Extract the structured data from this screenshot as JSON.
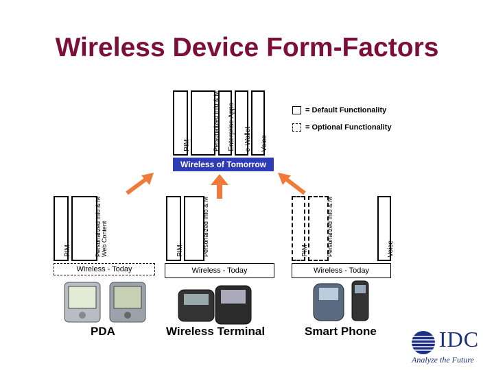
{
  "title": "Wireless Device Form-Factors",
  "tomorrow": {
    "bars": [
      {
        "label": "PIM",
        "style": "default"
      },
      {
        "label": "Personalized Info & M Web Content",
        "style": "default"
      },
      {
        "label": "Enterprise Apps",
        "style": "default"
      },
      {
        "label": "e-Wallet",
        "style": "default"
      },
      {
        "label": "Voice",
        "style": "default"
      }
    ],
    "band_label": "Wireless of Tomorrow"
  },
  "legend": {
    "default_label": "= Default Functionality",
    "optional_label": "= Optional Functionality"
  },
  "groups": [
    {
      "base_label": "Wireless - Today",
      "device_label": "PDA",
      "bars": [
        {
          "label": "PIM",
          "style": "default"
        },
        {
          "label": "Personalized Info & M Web Content",
          "style": "default"
        }
      ]
    },
    {
      "base_label": "Wireless - Today",
      "device_label": "Wireless Terminal",
      "bars": [
        {
          "label": "PIM",
          "style": "default"
        },
        {
          "label": "Personalized Info & M",
          "style": "default"
        }
      ]
    },
    {
      "base_label": "Wireless - Today",
      "device_label": "Smart Phone",
      "bars": [
        {
          "label": "PIM",
          "style": "optional"
        },
        {
          "label": "Personalized Info & M",
          "style": "optional"
        },
        {
          "label": "Voice",
          "style": "default"
        }
      ]
    }
  ],
  "colors": {
    "title": "#7b0f37",
    "band": "#2e3cb5",
    "arrow": "#f07a3a",
    "logo": "#1c2f80"
  },
  "logo": {
    "word": "IDC",
    "tagline": "Analyze the Future"
  }
}
